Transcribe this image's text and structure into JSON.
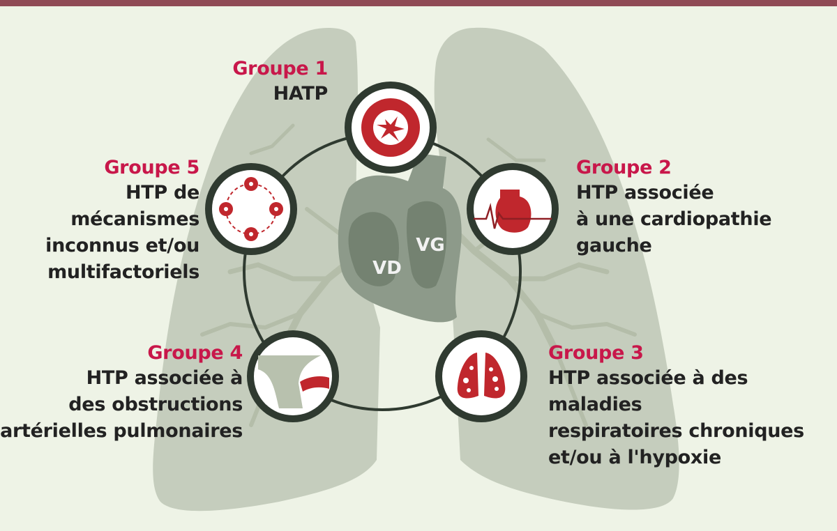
{
  "heart": {
    "left_ventricle_label": "VG",
    "right_ventricle_label": "VD"
  },
  "groups": [
    {
      "title": "Groupe 1",
      "lines": [
        "HATP"
      ],
      "icon": "vessel-lumen-icon"
    },
    {
      "title": "Groupe 2",
      "lines": [
        "HTP associée",
        "à une cardiopathie",
        "gauche"
      ],
      "icon": "heart-ecg-icon"
    },
    {
      "title": "Groupe 3",
      "lines": [
        "HTP associée à des maladies",
        "respiratoires chroniques",
        "et/ou à l'hypoxie"
      ],
      "icon": "diseased-lungs-icon"
    },
    {
      "title": "Groupe 4",
      "lines": [
        "HTP associée à",
        "des obstructions",
        "artérielles pulmonaires"
      ],
      "icon": "artery-clot-icon"
    },
    {
      "title": "Groupe 5",
      "lines": [
        "HTP de mécanismes",
        "inconnus et/ou",
        "multifactoriels"
      ],
      "icon": "multifactorial-cycle-icon"
    }
  ],
  "colors": {
    "accent": "#c8174a",
    "icon_red": "#c0272d",
    "ring": "#2f3a30",
    "lung": "#c5cdbd",
    "heart": "#8d9a8a",
    "bar": "#8f4a55"
  }
}
